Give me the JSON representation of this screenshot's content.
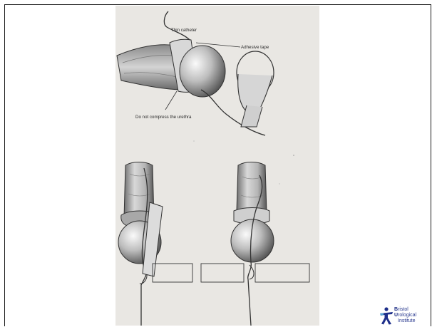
{
  "figure": {
    "labels": {
      "thin_catheter": "Thin catheter",
      "adhesive_tape": "Adhesive tape",
      "do_not_compress": "Do not compress the urethra"
    }
  },
  "logo": {
    "line1_initial": "B",
    "line1_rest": "ristol",
    "line2_initial": "U",
    "line2_rest": "rological",
    "line3_rest": "Institute",
    "colors": {
      "figure": "#1e2f8a",
      "accent": "#5aa7d6"
    }
  }
}
